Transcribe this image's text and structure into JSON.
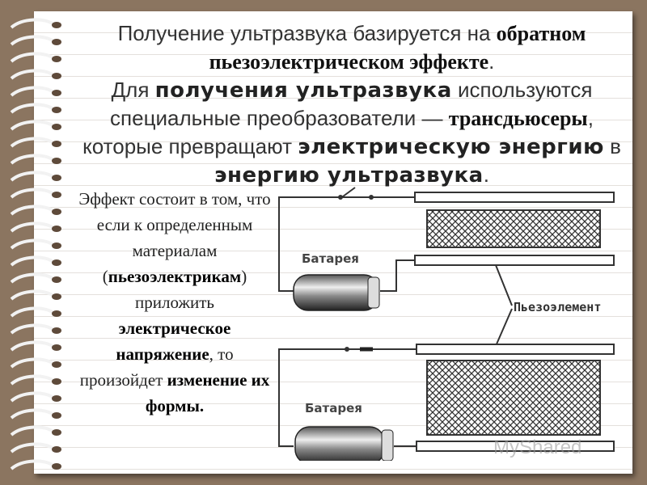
{
  "title": {
    "l1_a": "Получение ультразвука базируется на ",
    "l1_b": "обратном",
    "l2_a": "пьезоэлектрическом эффекте",
    "l2_b": ".",
    "l3_a": "Для ",
    "l3_b": "получения ультразвука",
    "l3_c": " используются",
    "l4_a": "специальные преобразователи — ",
    "l4_b": "трансдьюсеры",
    "l4_c": ",",
    "l5_a": "которые превращают ",
    "l5_b": "электрическую энергию",
    "l5_c": " в",
    "l6_a": "энергию ультразвука",
    "l6_b": "."
  },
  "description": {
    "p1": "Эффект состоит в том, что если к определенным материалам (",
    "b1": "пьезоэлектрикам",
    "p2": ") приложить ",
    "b2": "электрическое напряжение",
    "p3": ", то произойдет ",
    "b3": "изменение их формы."
  },
  "diagram": {
    "battery_top": "Батарея",
    "battery_bottom": "Батарея",
    "element_label": "Пьезоэлемент"
  },
  "watermark": "MyShared"
}
